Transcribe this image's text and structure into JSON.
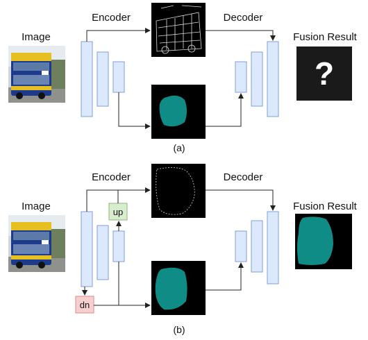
{
  "panel_a": {
    "image_label": "Image",
    "encoder_label": "Encoder",
    "decoder_label": "Decoder",
    "fusion_label": "Fusion Result",
    "result_symbol": "?",
    "caption": "(a)"
  },
  "panel_b": {
    "image_label": "Image",
    "encoder_label": "Encoder",
    "decoder_label": "Decoder",
    "fusion_label": "Fusion Result",
    "up_label": "up",
    "dn_label": "dn",
    "caption": "(b)"
  },
  "colors": {
    "block_fill": "#dce8fb",
    "block_stroke": "#7f9fd6",
    "mask_teal": "#0f8c86",
    "up_fill": "#d8ecce",
    "up_stroke": "#8db67a",
    "dn_fill": "#f8cfcf",
    "dn_stroke": "#d98a8a",
    "dark_panel": "#000000"
  },
  "icons": [
    "bus-photo",
    "edge-map",
    "segmentation-mask",
    "question-icon"
  ]
}
